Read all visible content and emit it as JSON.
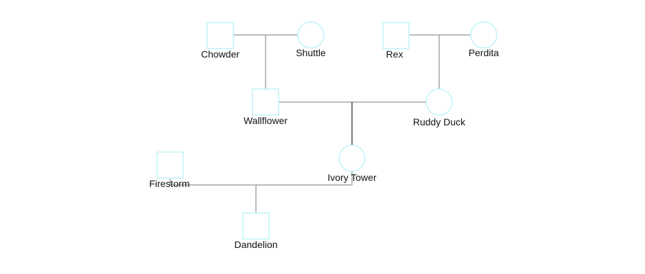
{
  "pedigree": {
    "individuals": [
      {
        "id": "chowder",
        "name": "Chowder",
        "sex": "male"
      },
      {
        "id": "shuttle",
        "name": "Shuttle",
        "sex": "female"
      },
      {
        "id": "rex",
        "name": "Rex",
        "sex": "male"
      },
      {
        "id": "perdita",
        "name": "Perdita",
        "sex": "female"
      },
      {
        "id": "wallflower",
        "name": "Wallflower",
        "sex": "male"
      },
      {
        "id": "ruddy_duck",
        "name": "Ruddy Duck",
        "sex": "female"
      },
      {
        "id": "ivory_tower",
        "name": "Ivory Tower",
        "sex": "female"
      },
      {
        "id": "firestorm",
        "name": "Firestorm",
        "sex": "male"
      },
      {
        "id": "dandelion",
        "name": "Dandelion",
        "sex": "male"
      }
    ],
    "unions": [
      {
        "partners": [
          "chowder",
          "shuttle"
        ],
        "children": [
          "wallflower"
        ]
      },
      {
        "partners": [
          "rex",
          "perdita"
        ],
        "children": [
          "ruddy_duck"
        ]
      },
      {
        "partners": [
          "wallflower",
          "ruddy_duck"
        ],
        "children": [
          "ivory_tower"
        ]
      },
      {
        "partners": [
          "firestorm",
          "ivory_tower"
        ],
        "children": [
          "dandelion"
        ]
      }
    ],
    "colors": {
      "node_outline": "#bff3f6",
      "connector": "#a6a6a6",
      "descent_line": "#4a4a4a",
      "label_text": "#111111"
    }
  }
}
